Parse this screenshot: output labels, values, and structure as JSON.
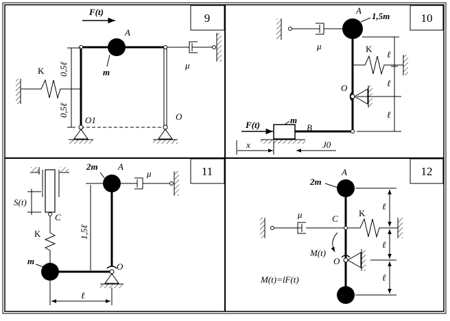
{
  "panels": [
    {
      "number": "9",
      "labels": {
        "force": "F(t)",
        "point_a": "A",
        "mass": "m",
        "spring": "K",
        "half_upper": "0,5ℓ",
        "half_lower": "0,5ℓ",
        "pivot_o1": "O1",
        "pivot_o": "O",
        "damper": "μ"
      }
    },
    {
      "number": "10",
      "labels": {
        "point_a": "A",
        "mass_top": "1,5m",
        "damper": "μ",
        "spring": "K",
        "pivot_o": "O",
        "force": "F(t)",
        "mass": "m",
        "point_b": "B",
        "coord_x": "x",
        "inertia": "J0",
        "len_1": "ℓ",
        "len_2": "ℓ",
        "len_3": "ℓ"
      }
    },
    {
      "number": "11",
      "labels": {
        "mass_top": "2m",
        "point_a": "A",
        "damper": "μ",
        "shift": "S(t)",
        "point_c": "C",
        "spring": "K",
        "len_vertical": "1,5ℓ",
        "mass": "m",
        "pivot_o": "O",
        "len_horizontal": "ℓ"
      }
    },
    {
      "number": "12",
      "labels": {
        "point_a": "A",
        "mass_top": "2m",
        "damper": "μ",
        "point_c": "C",
        "spring": "K",
        "moment": "M(t)",
        "pivot_o": "O",
        "moment_eq": "M(t)=lF(t)",
        "len_1": "ℓ",
        "len_2": "ℓ",
        "len_3": "ℓ"
      }
    }
  ]
}
